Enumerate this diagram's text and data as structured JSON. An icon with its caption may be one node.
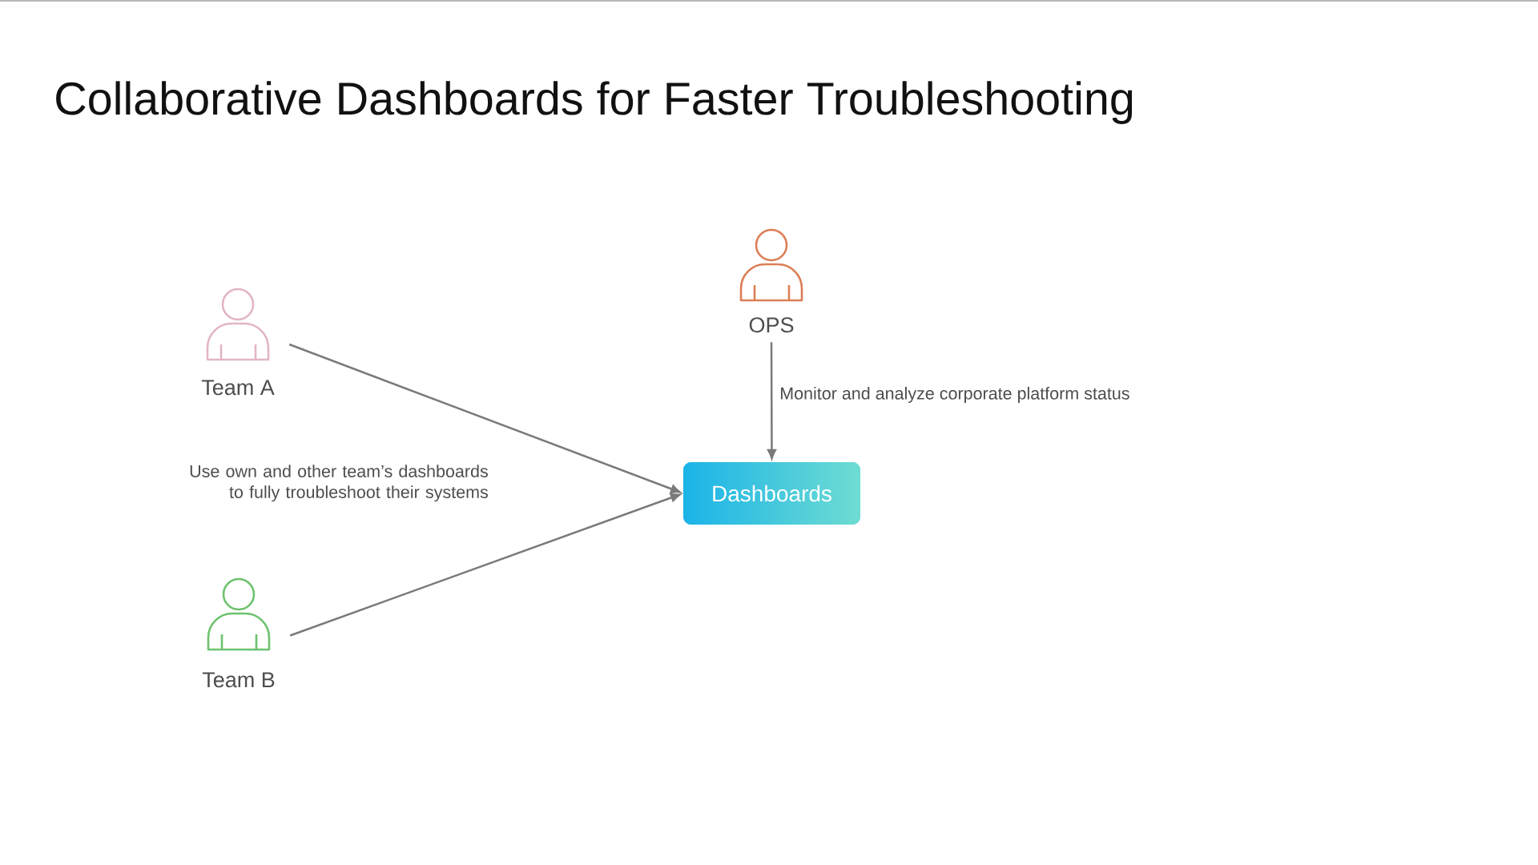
{
  "diagram": {
    "title": "Collaborative Dashboards for Faster Troubleshooting",
    "nodes": [
      {
        "text": [
          "Team A"
        ]
      },
      {
        "text": [
          "OPS"
        ]
      },
      {
        "text": [
          "Dashboards"
        ]
      },
      {
        "text": [
          "Team B"
        ]
      }
    ],
    "edges": [
      {
        "from": 0,
        "to": 2,
        "arrow": "to"
      },
      {
        "from": 3,
        "to": 2,
        "arrow": "to"
      },
      {
        "from": 1,
        "to": 2,
        "arrow": "to",
        "label": "Monitor and analyze corporate platform status"
      }
    ],
    "labels": [
      "Use own and other team’s dashboards to fully troubleshoot their systems"
    ]
  }
}
